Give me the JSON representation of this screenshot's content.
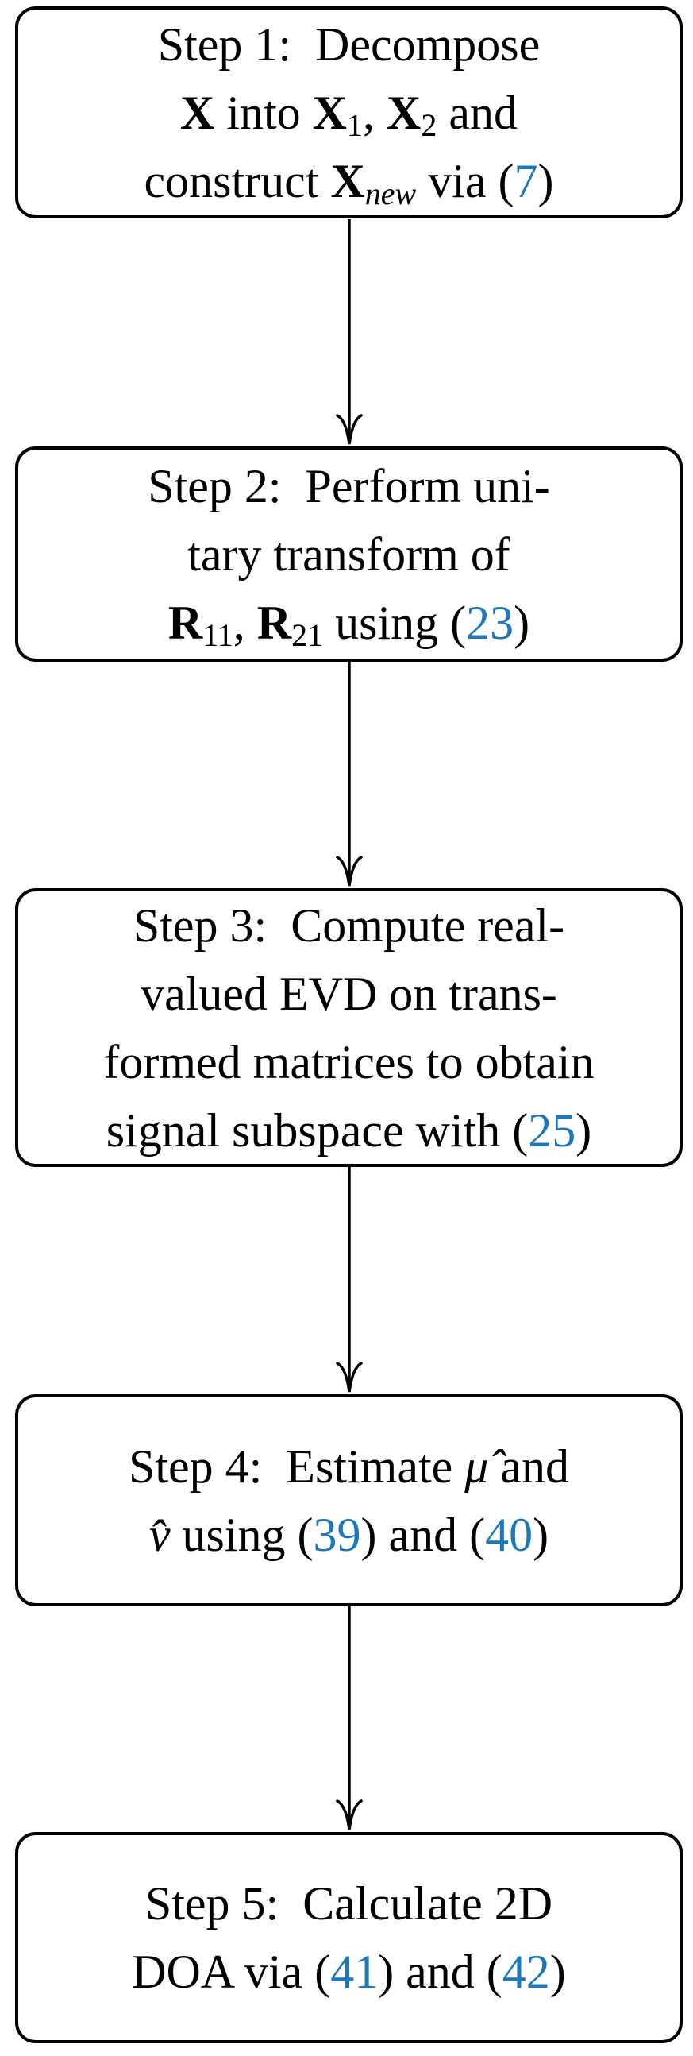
{
  "accent_color": "#1d78ba",
  "text_color": "#000000",
  "background_color": "#ffffff",
  "diagram": {
    "type": "flowchart",
    "direction": "top-down",
    "boxes": [
      {
        "id": "step-1",
        "lines": [
          {
            "segs": [
              {
                "t": "Step 1:  Decompose"
              }
            ]
          },
          {
            "segs": [
              {
                "t": "X"
              },
              {
                "t": " into "
              },
              {
                "t": "X"
              },
              {
                "t": "1"
              },
              {
                "t": ", "
              },
              {
                "t": "X"
              },
              {
                "t": "2"
              },
              {
                "t": " and"
              }
            ]
          },
          {
            "segs": [
              {
                "t": "construct "
              },
              {
                "t": "X"
              },
              {
                "t": "new"
              },
              {
                "t": " via ("
              },
              {
                "t": "7"
              },
              {
                "t": ")"
              }
            ]
          }
        ]
      },
      {
        "id": "step-2",
        "lines": [
          {
            "segs": [
              {
                "t": "Step 2:  Perform uni-"
              }
            ]
          },
          {
            "segs": [
              {
                "t": "tary transform of"
              }
            ]
          },
          {
            "segs": [
              {
                "t": "R"
              },
              {
                "t": "11"
              },
              {
                "t": ", "
              },
              {
                "t": "R"
              },
              {
                "t": "21"
              },
              {
                "t": " using ("
              },
              {
                "t": "23"
              },
              {
                "t": ")"
              }
            ]
          }
        ]
      },
      {
        "id": "step-3",
        "lines": [
          {
            "segs": [
              {
                "t": "Step 3:  Compute real-"
              }
            ]
          },
          {
            "segs": [
              {
                "t": "valued EVD on trans-"
              }
            ]
          },
          {
            "segs": [
              {
                "t": "formed matrices to obtain"
              }
            ]
          },
          {
            "segs": [
              {
                "t": "signal subspace with ("
              },
              {
                "t": "25"
              },
              {
                "t": ")"
              }
            ]
          }
        ]
      },
      {
        "id": "step-4",
        "lines": [
          {
            "segs": [
              {
                "t": "Step 4:  Estimate "
              },
              {
                "t": "μ̂"
              },
              {
                "t": " and"
              }
            ]
          },
          {
            "segs": [
              {
                "t": "v̂"
              },
              {
                "t": " using ("
              },
              {
                "t": "39"
              },
              {
                "t": ") and ("
              },
              {
                "t": "40"
              },
              {
                "t": ")"
              }
            ]
          }
        ]
      },
      {
        "id": "step-5",
        "lines": [
          {
            "segs": [
              {
                "t": "Step 5:  Calculate 2D"
              }
            ]
          },
          {
            "segs": [
              {
                "t": "DOA via ("
              },
              {
                "t": "41"
              },
              {
                "t": ") and ("
              },
              {
                "t": "42"
              },
              {
                "t": ")"
              }
            ]
          }
        ]
      }
    ],
    "equation_refs": [
      "7",
      "23",
      "25",
      "39",
      "40",
      "41",
      "42"
    ],
    "connectors": [
      {
        "from": "step-1",
        "to": "step-2"
      },
      {
        "from": "step-2",
        "to": "step-3"
      },
      {
        "from": "step-3",
        "to": "step-4"
      },
      {
        "from": "step-4",
        "to": "step-5"
      }
    ]
  }
}
